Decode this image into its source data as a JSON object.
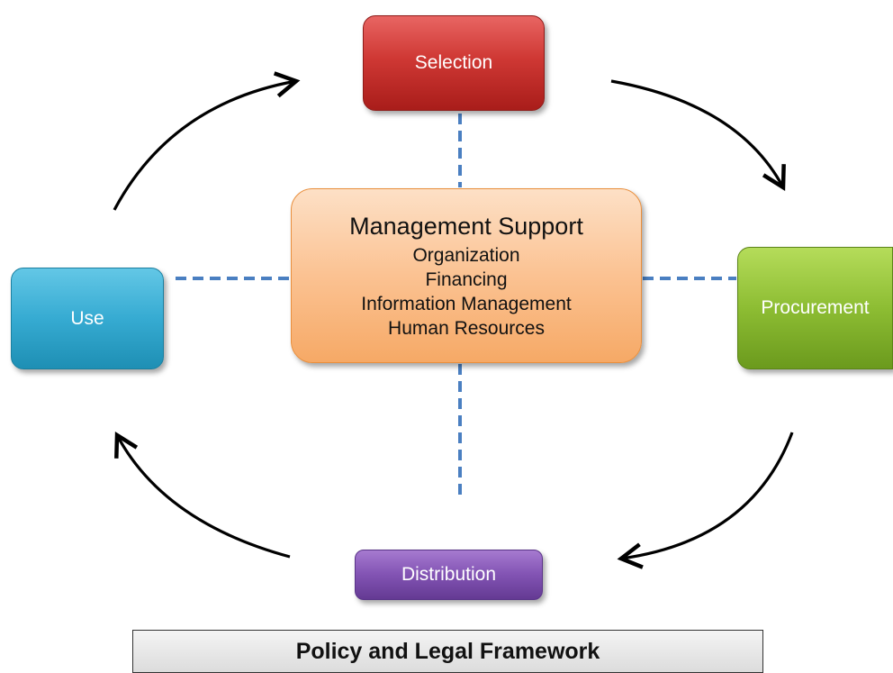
{
  "diagram": {
    "center": {
      "title": "Management Support",
      "items": [
        "Organization",
        "Financing",
        "Information Management",
        "Human Resources"
      ]
    },
    "nodes": {
      "selection": "Selection",
      "procurement": "Procurement",
      "distribution": "Distribution",
      "use": "Use"
    },
    "footer": "Policy and Legal Framework",
    "colors": {
      "selection": "#c0302c",
      "procurement": "#8dbd33",
      "distribution": "#7a4fad",
      "use": "#36abd2",
      "center": "#fbc292",
      "connector": "#4a7fc1"
    }
  }
}
